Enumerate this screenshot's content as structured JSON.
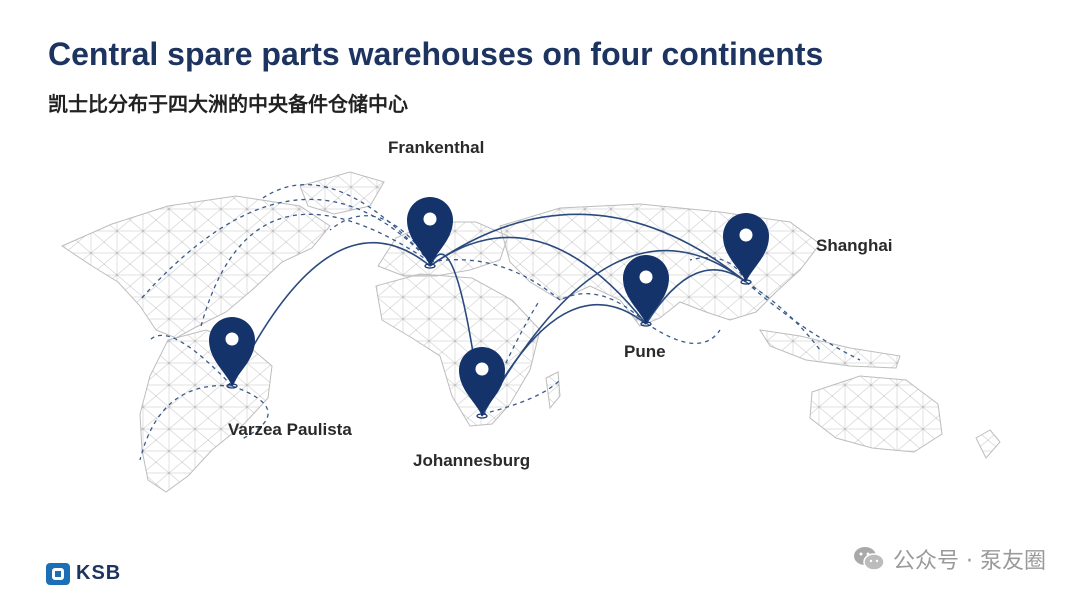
{
  "header": {
    "title": "Central spare parts warehouses on four continents",
    "subtitle": "凯士比分布于四大洲的中央备件仓储中心"
  },
  "locations": [
    {
      "id": "frankenthal",
      "label": "Frankenthal"
    },
    {
      "id": "shanghai",
      "label": "Shanghai"
    },
    {
      "id": "pune",
      "label": "Pune"
    },
    {
      "id": "johannesburg",
      "label": "Johannesburg"
    },
    {
      "id": "varzea",
      "label": "Varzea Paulista"
    }
  ],
  "routes": [
    {
      "from": "frankenthal",
      "to": "shanghai"
    },
    {
      "from": "frankenthal",
      "to": "pune"
    },
    {
      "from": "frankenthal",
      "to": "johannesburg"
    },
    {
      "from": "frankenthal",
      "to": "varzea"
    },
    {
      "from": "johannesburg",
      "to": "pune"
    },
    {
      "from": "johannesburg",
      "to": "shanghai"
    },
    {
      "from": "pune",
      "to": "shanghai"
    }
  ],
  "footer": {
    "logo_text": "KSB",
    "watermark_text": "公众号 · 泵友圈"
  },
  "colors": {
    "pin": "#14336b",
    "route": "#2b4a7e",
    "map_lines": "#cfcfcf",
    "title": "#1d3461"
  }
}
